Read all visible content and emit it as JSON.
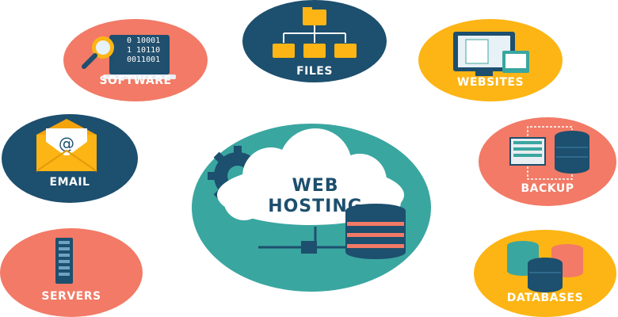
{
  "center": {
    "line1": "WEB",
    "line2": "HOSTING"
  },
  "nodes": {
    "software": "SOFTWARE",
    "files": "FILES",
    "websites": "WEBSITES",
    "email": "EMAIL",
    "backup": "BACKUP",
    "servers": "SERVERS",
    "databases": "DATABASES"
  },
  "software_binary": [
    "0 10001",
    "1 10110",
    "0011001"
  ],
  "colors": {
    "coral": "#f27a66",
    "navy": "#1d4f6e",
    "yellow": "#fcb514",
    "teal": "#3aa6a0",
    "cloud": "#ffffff"
  }
}
